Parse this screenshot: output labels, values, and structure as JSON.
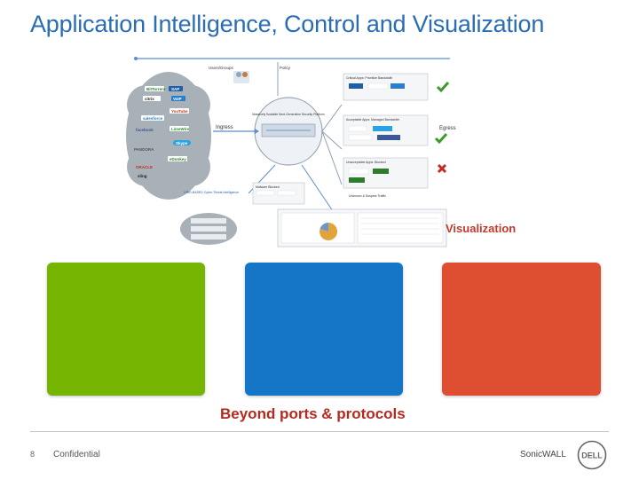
{
  "slide": {
    "title": "Application Intelligence, Control and Visualization",
    "visualization_label": "Visualization",
    "tagline": "Beyond ports & protocols",
    "page_number": "8",
    "confidential": "Confidential",
    "brand": "SonicWALL",
    "logo_text": "DELL"
  },
  "diagram": {
    "users_label": "Users/Groups",
    "policy_label": "Policy",
    "ingress_label": "Ingress",
    "egress_label": "Egress",
    "cloud_apps": [
      "BitTorrent",
      "SAP",
      "citrix",
      "VoIP",
      "YouTube",
      "salesforce",
      "facebook",
      "LimeWire",
      "Skype",
      "PANDORA",
      "ORACLE",
      "sling",
      "eDonkey"
    ],
    "right_rows": [
      "Critical Apps: Prioritize Bandwidth",
      "Acceptable Apps: Managed Bandwidth",
      "Unacceptable Apps: Blocked"
    ],
    "center_text": "Massively Scalable Next-Generation Security Platform",
    "bottom_left_text": "GRID-BASED Cyber-Threat Intelligence",
    "bottom_middle_text": "Malware Blocked",
    "bottom_right_text": "Unknown & Suspect Traffic",
    "colors": {
      "check": "#3a9b2b",
      "block": "#c62828",
      "cloud": "#9aa4ad"
    }
  },
  "panels": {
    "colors": [
      "#75b400",
      "#1576c7",
      "#de4f32"
    ]
  }
}
